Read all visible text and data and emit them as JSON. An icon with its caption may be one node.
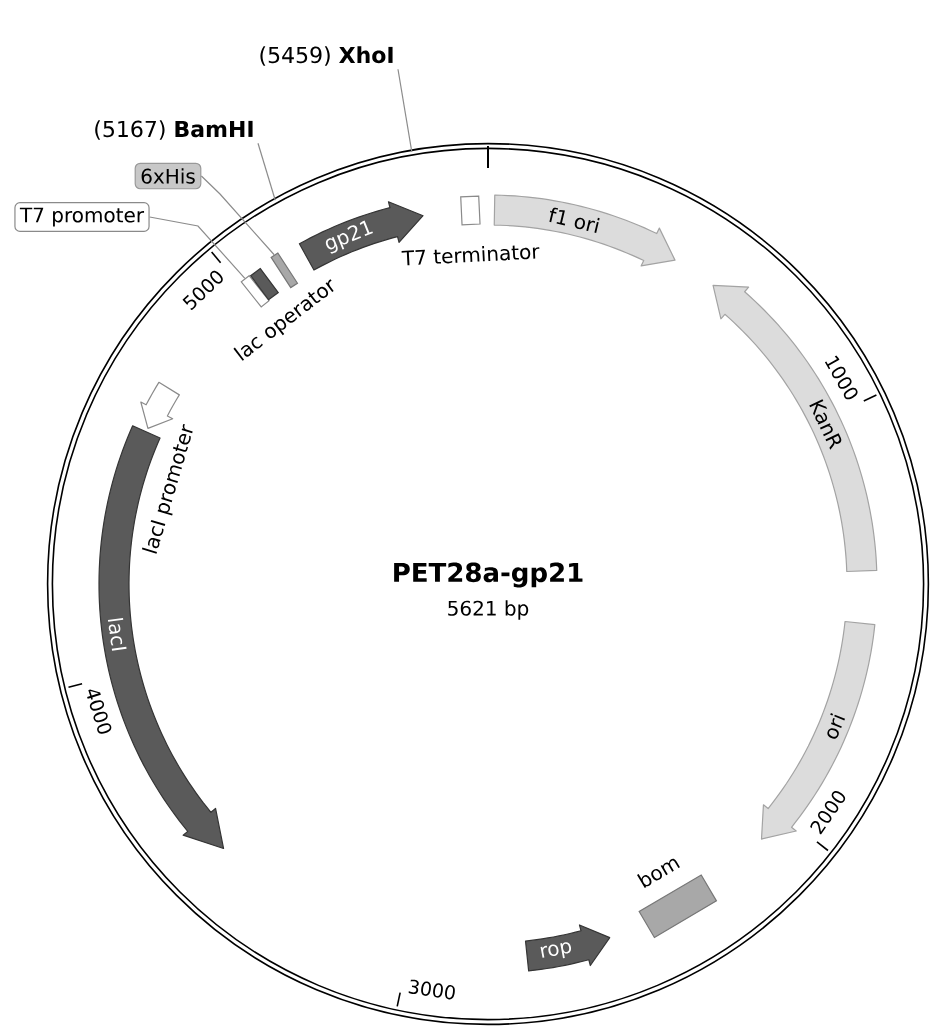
{
  "diagram": {
    "title": "PET28a-gp21",
    "nodes": [
      {
        "text": [],
        "shape": "circle"
      },
      {
        "text": [
          "(5459) **XhoI**"
        ]
      },
      {
        "text": [
          "(5167) **BamHI**"
        ]
      },
      {
        "text": [
          "6xHis"
        ]
      },
      {
        "text": [
          "T7 promoter"
        ]
      },
      {
        "text": [
          "gp21"
        ],
        "in": 0
      },
      {
        "text": [],
        "shape": "box",
        "in": 0
      },
      {
        "text": [
          "f1 ori"
        ],
        "in": 0
      },
      {
        "text": [],
        "shape": "box",
        "in": 0
      },
      {
        "text": [],
        "shape": "box",
        "beside": [
          "lac operator"
        ],
        "in": 0
      },
      {
        "text": [],
        "shape": "box",
        "in": 0
      },
      {
        "text": [
          "KanR"
        ],
        "in": 0
      },
      {
        "text": [],
        "shape": "arrow",
        "beside": [
          "lacI promoter"
        ],
        "in": 0
      },
      {
        "text": [
          "lacI"
        ],
        "in": 0
      },
      {
        "text": [
          "ori"
        ],
        "in": 0
      },
      {
        "text": [],
        "shape": "box",
        "beside": [
          "bom"
        ],
        "in": 0
      },
      {
        "text": [
          "rop"
        ],
        "in": 0
      }
    ],
    "edges": [
      {
        "from": 1,
        "to": 0,
        "arrow": "none"
      },
      {
        "from": 2,
        "to": 0,
        "arrow": "none"
      },
      {
        "from": 3,
        "to": 10,
        "arrow": "none"
      },
      {
        "from": 4,
        "to": 8,
        "arrow": "none"
      }
    ],
    "labels": [
      "T7 terminator",
      "5621 bp",
      "1000",
      "2000",
      "3000",
      "4000",
      "5000"
    ]
  }
}
